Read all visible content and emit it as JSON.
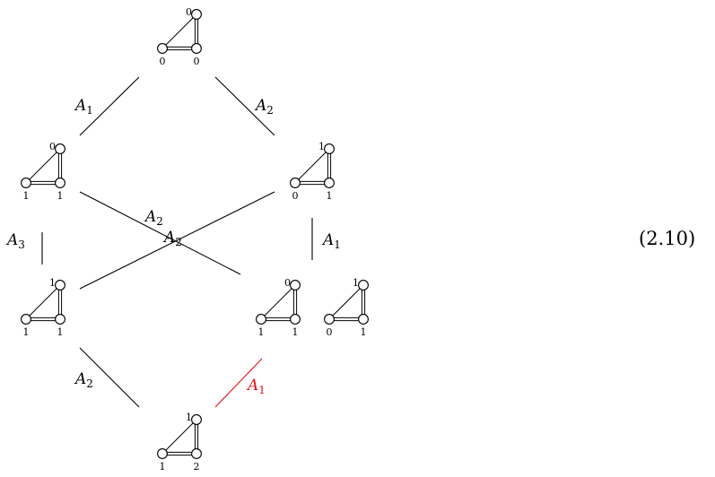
{
  "equation_number": "(2.10)",
  "vertices": [
    {
      "id": "v0",
      "weights": [
        "0",
        "0",
        "0"
      ]
    },
    {
      "id": "v1",
      "weights": [
        "0",
        "1",
        "1"
      ]
    },
    {
      "id": "v2",
      "weights": [
        "1",
        "0",
        "1"
      ]
    },
    {
      "id": "v3",
      "weights": [
        "1",
        "1",
        "1"
      ]
    },
    {
      "id": "v4",
      "weights": [
        "0",
        "1",
        "1"
      ]
    },
    {
      "id": "v5",
      "weights": [
        "1",
        "0",
        "1"
      ]
    },
    {
      "id": "v6",
      "weights": [
        "1",
        "1",
        "2"
      ]
    }
  ],
  "edges": [
    {
      "id": "e0",
      "from": "v0",
      "to": "v1",
      "label": "A",
      "sub": "1",
      "highlight": false
    },
    {
      "id": "e1",
      "from": "v0",
      "to": "v2",
      "label": "A",
      "sub": "2",
      "highlight": false
    },
    {
      "id": "e2",
      "from": "v1",
      "to": "v3",
      "label": "A",
      "sub": "3",
      "highlight": false
    },
    {
      "id": "e3",
      "from": "v1",
      "to": "v4",
      "label": "A",
      "sub": "2",
      "highlight": false
    },
    {
      "id": "e4",
      "from": "v2",
      "to": "v3",
      "label": "A",
      "sub": "2",
      "highlight": false
    },
    {
      "id": "e5",
      "from": "v2",
      "to": "v4",
      "label": "A",
      "sub": "1",
      "highlight": false
    },
    {
      "id": "e6",
      "from": "v3",
      "to": "v6",
      "label": "A",
      "sub": "2",
      "highlight": false
    },
    {
      "id": "e7",
      "from": "v4",
      "to": "v6",
      "label": "A",
      "sub": "1",
      "highlight": true
    }
  ],
  "colors": {
    "line": "#000000",
    "highlight": "#e0141c"
  }
}
